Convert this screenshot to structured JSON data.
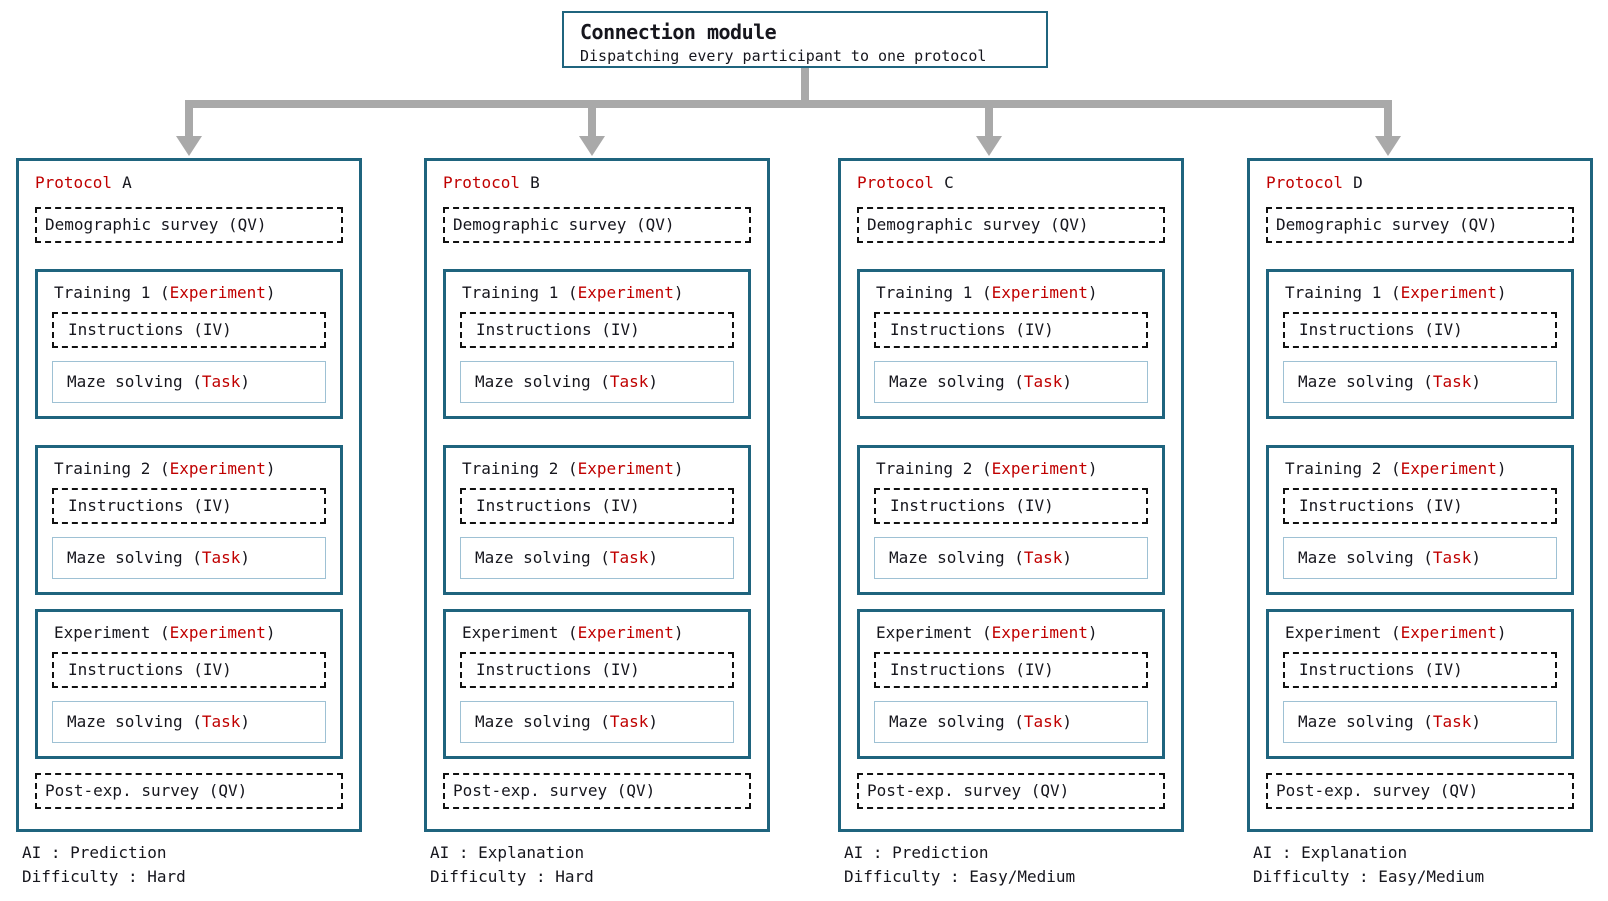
{
  "connection": {
    "title": "Connection module",
    "subtitle": "Dispatching every participant to one protocol"
  },
  "colors": {
    "teal": "#1f647e",
    "red": "#c00000",
    "text": "#16161d",
    "connector_gray": "#a9a9a9",
    "task_box_border": "#9ec1d4",
    "dashed_border": "#111111",
    "background": "#ffffff"
  },
  "shared": {
    "demographic_label": "Demographic survey (QV)",
    "post_exp_label": "Post-exp. survey (QV)",
    "instructions_label": "Instructions (IV)",
    "maze": {
      "pre": "Maze solving (",
      "keyword": "Task",
      "post": ")"
    },
    "sections": [
      {
        "pre": "Training 1 (",
        "keyword": "Experiment",
        "post": ")"
      },
      {
        "pre": "Training 2 (",
        "keyword": "Experiment",
        "post": ")"
      },
      {
        "pre": "Experiment (",
        "keyword": "Experiment",
        "post": ")"
      }
    ]
  },
  "protocols": [
    {
      "prefix": "Protocol",
      "letter": "A",
      "ai": "AI : Prediction",
      "difficulty": "Difficulty : Hard"
    },
    {
      "prefix": "Protocol",
      "letter": "B",
      "ai": "AI : Explanation",
      "difficulty": "Difficulty : Hard"
    },
    {
      "prefix": "Protocol",
      "letter": "C",
      "ai": "AI : Prediction",
      "difficulty": "Difficulty : Easy/Medium"
    },
    {
      "prefix": "Protocol",
      "letter": "D",
      "ai": "AI : Explanation",
      "difficulty": "Difficulty : Easy/Medium"
    }
  ]
}
